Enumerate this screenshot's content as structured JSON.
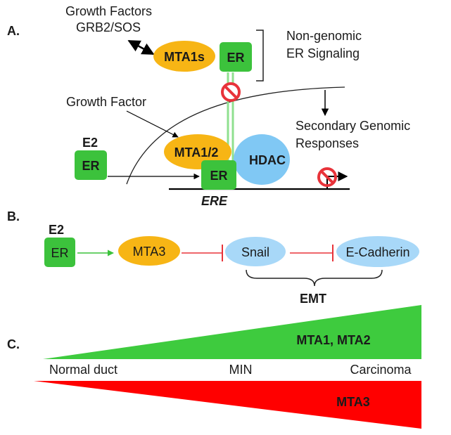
{
  "panel_a": {
    "label": "A.",
    "growth_factors": "Growth Factors",
    "grb2_sos": "GRB2/SOS",
    "mta1s": "MTA1s",
    "er_top": "ER",
    "nongenomic_line1": "Non-genomic",
    "nongenomic_line2": "ER Signaling",
    "growth_factor": "Growth Factor",
    "secondary_line1": "Secondary Genomic",
    "secondary_line2": "Responses",
    "e2": "E2",
    "er_left": "ER",
    "mta12": "MTA1/2",
    "hdac": "HDAC",
    "er_dna": "ER",
    "ere": "ERE"
  },
  "panel_b": {
    "label": "B.",
    "e2": "E2",
    "er": "ER",
    "mta3": "MTA3",
    "snail": "Snail",
    "ecadherin": "E-Cadherin",
    "emt": "EMT"
  },
  "panel_c": {
    "label": "C.",
    "green_label": "MTA1, MTA2",
    "red_label": "MTA3",
    "normal_duct": "Normal duct",
    "min": "MIN",
    "carcinoma": "Carcinoma"
  },
  "colors": {
    "er_green": "#3cc23c",
    "mta_orange": "#f7b515",
    "hdac_blue": "#80c8f4",
    "snail_blue": "#a8d8f8",
    "wedge_green": "#3ecb3e",
    "wedge_red": "#ff0000",
    "block_red": "#e8333a"
  }
}
